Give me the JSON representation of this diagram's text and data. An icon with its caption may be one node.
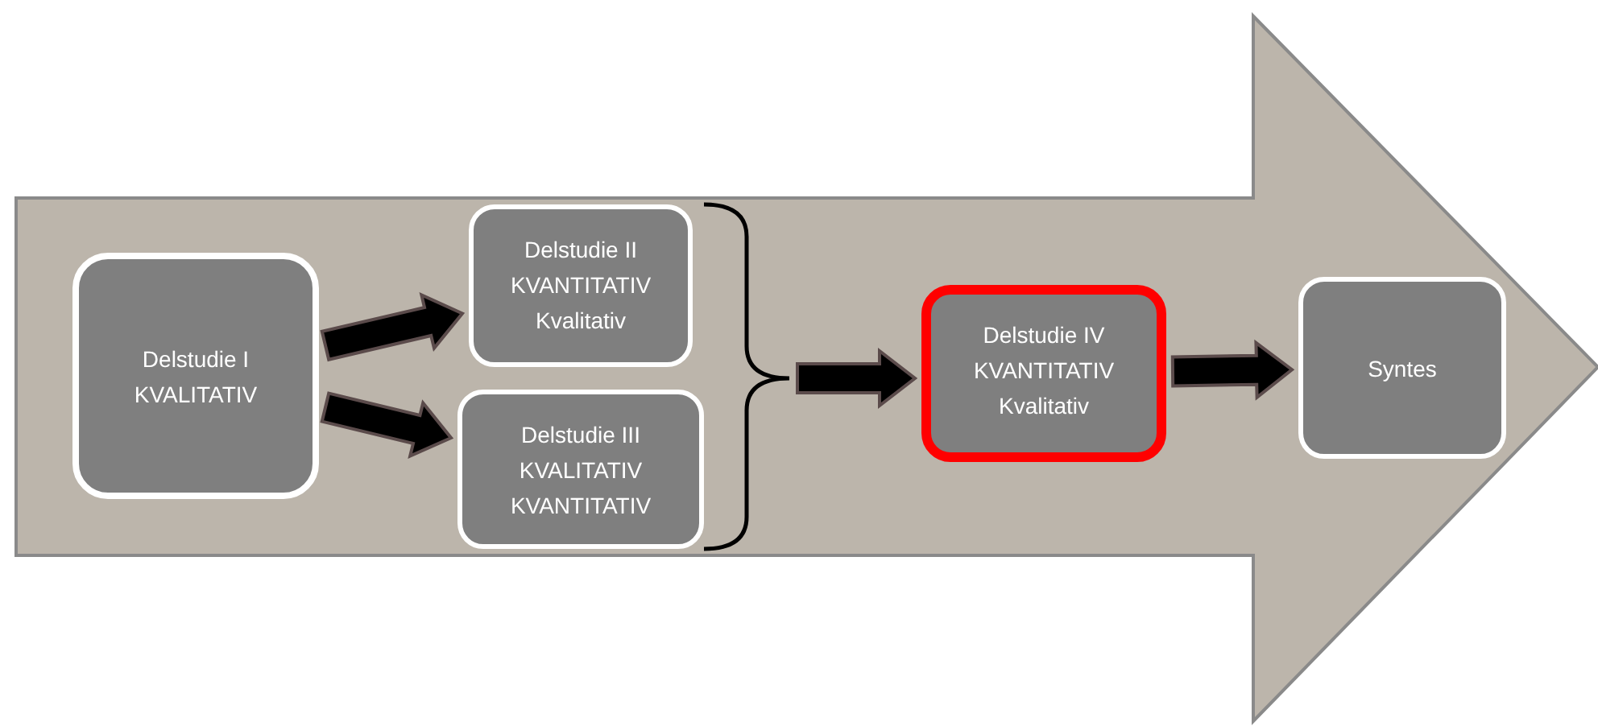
{
  "diagram": {
    "nodes": [
      {
        "text": [],
        "shape": "arrow"
      },
      {
        "text": [
          "Delstudie I",
          "KVALITATIV"
        ],
        "in": 0
      },
      {
        "text": [
          "Delstudie II",
          "KVANTITATIV",
          "Kvalitativ"
        ],
        "in": 0
      },
      {
        "text": [
          "Delstudie III",
          "KVALITATIV",
          "KVANTITATIV"
        ],
        "in": 0
      },
      {
        "text": [
          "Delstudie IV",
          "KVANTITATIV",
          "Kvalitativ"
        ],
        "in": 0
      },
      {
        "text": [
          "Syntes"
        ],
        "in": 0
      }
    ],
    "edges": [
      {
        "from": 1,
        "to": 2,
        "arrow": "to",
        "style": "thick"
      },
      {
        "from": 1,
        "to": 3,
        "arrow": "to",
        "style": "thick"
      },
      {
        "from": 2,
        "to": 4,
        "arrow": "to",
        "style": "thick"
      },
      {
        "from": 3,
        "to": 4,
        "arrow": "to",
        "style": "thick"
      },
      {
        "from": 4,
        "to": 5,
        "arrow": "to",
        "style": "thick"
      }
    ]
  }
}
